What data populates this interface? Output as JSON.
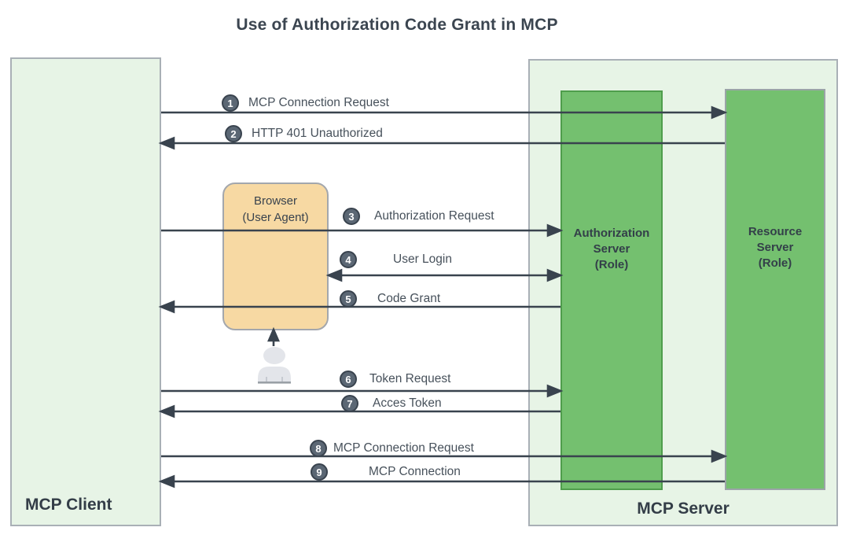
{
  "title": "Use of Authorization Code Grant in MCP",
  "actors": {
    "mcp_client": {
      "label": "MCP Client"
    },
    "mcp_server": {
      "label": "MCP Server"
    },
    "authorization_server": {
      "line1": "Authorization",
      "line2": "Server",
      "line3": "(Role)"
    },
    "resource_server": {
      "line1": "Resource",
      "line2": "Server",
      "line3": "(Role)"
    },
    "browser": {
      "line1": "Browser",
      "line2": "(User Agent)"
    }
  },
  "messages": [
    {
      "num": "1",
      "label": "MCP Connection Request",
      "from": "MCP Client",
      "to": "Resource Server",
      "direction": "right"
    },
    {
      "num": "2",
      "label": "HTTP 401 Unauthorized",
      "from": "Resource Server",
      "to": "MCP Client",
      "direction": "left"
    },
    {
      "num": "3",
      "label": "Authorization Request",
      "from": "MCP Client",
      "to": "Authorization Server",
      "direction": "right"
    },
    {
      "num": "4",
      "label": "User Login",
      "from": "Browser",
      "to": "Authorization Server",
      "direction": "both"
    },
    {
      "num": "5",
      "label": "Code Grant",
      "from": "Authorization Server",
      "to": "MCP Client",
      "direction": "left"
    },
    {
      "num": "6",
      "label": "Token Request",
      "from": "MCP Client",
      "to": "Authorization Server",
      "direction": "right"
    },
    {
      "num": "7",
      "label": "Acces Token",
      "from": "Authorization Server",
      "to": "MCP Client",
      "direction": "left"
    },
    {
      "num": "8",
      "label": "MCP Connection Request",
      "from": "MCP Client",
      "to": "Resource Server",
      "direction": "right"
    },
    {
      "num": "9",
      "label": "MCP Connection",
      "from": "Resource Server",
      "to": "MCP Client",
      "direction": "left"
    }
  ],
  "icons": {
    "user": "user-icon"
  },
  "colors": {
    "panel_fill": "#e7f4e6",
    "panel_border": "#a9b0b6",
    "server_fill": "#74c06f",
    "auth_server_border": "#4f9d4c",
    "resource_server_border": "#9ba4a8",
    "browser_fill": "#f7d9a3",
    "browser_border": "#a3a7ad",
    "arrow": "#39434e",
    "badge_fill": "#5b6774",
    "badge_border": "#39434e",
    "heading_text": "#333d47",
    "message_text": "#47515b",
    "user_icon_fill": "#e3e5ea"
  }
}
